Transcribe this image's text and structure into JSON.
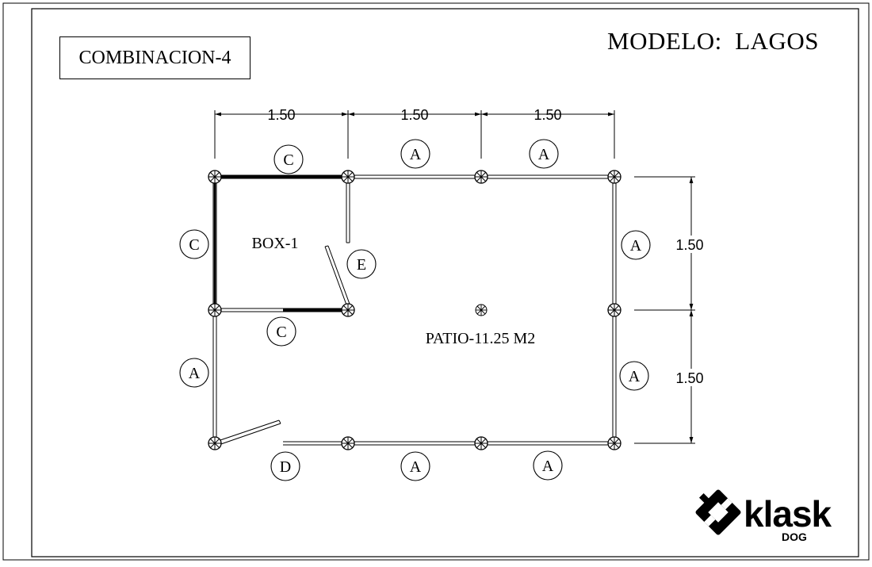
{
  "combination_label": "COMBINACION-4",
  "model_title": "MODELO:  LAGOS",
  "rooms": {
    "box": "BOX-1",
    "patio": "PATIO-11.25 M2"
  },
  "dimensions": {
    "top": [
      "1.50",
      "1.50",
      "1.50"
    ],
    "right": [
      "1.50",
      "1.50"
    ]
  },
  "panel_tags": {
    "top_1": "C",
    "top_2": "A",
    "top_3": "A",
    "left_upper": "C",
    "left_lower": "A",
    "box_bottom": "C",
    "box_door": "E",
    "right_upper": "A",
    "right_lower": "A",
    "bottom_door": "D",
    "bottom_2": "A",
    "bottom_3": "A"
  },
  "brand": {
    "name": "klask",
    "sub": "DOG",
    "icon": "diamond-logo-icon"
  },
  "colors": {
    "ink": "#000000",
    "paper": "#ffffff"
  }
}
